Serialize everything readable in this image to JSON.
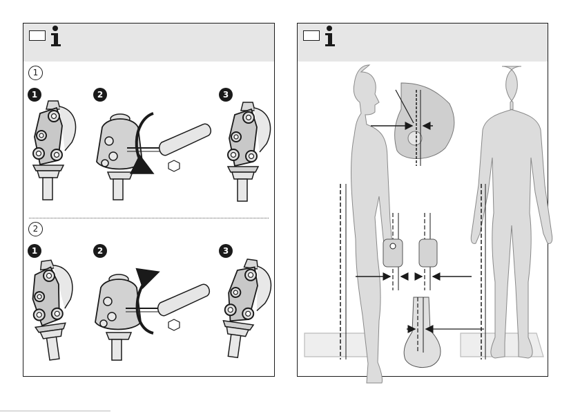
{
  "left_panel": {
    "steps": [
      {
        "number": "1",
        "sub_steps": [
          "1",
          "2",
          "3"
        ]
      },
      {
        "number": "2",
        "sub_steps": [
          "1",
          "2",
          "3"
        ]
      }
    ]
  },
  "right_panel": {},
  "icons": {
    "header": "info-icon",
    "language": "language-box-icon",
    "tool": "hex-key-icon",
    "rotation": "rotation-arrow-icon"
  },
  "colors": {
    "header_bg": "#e6e6e6",
    "figure_fill": "#dcdcdc",
    "line": "#1a1a1a"
  }
}
